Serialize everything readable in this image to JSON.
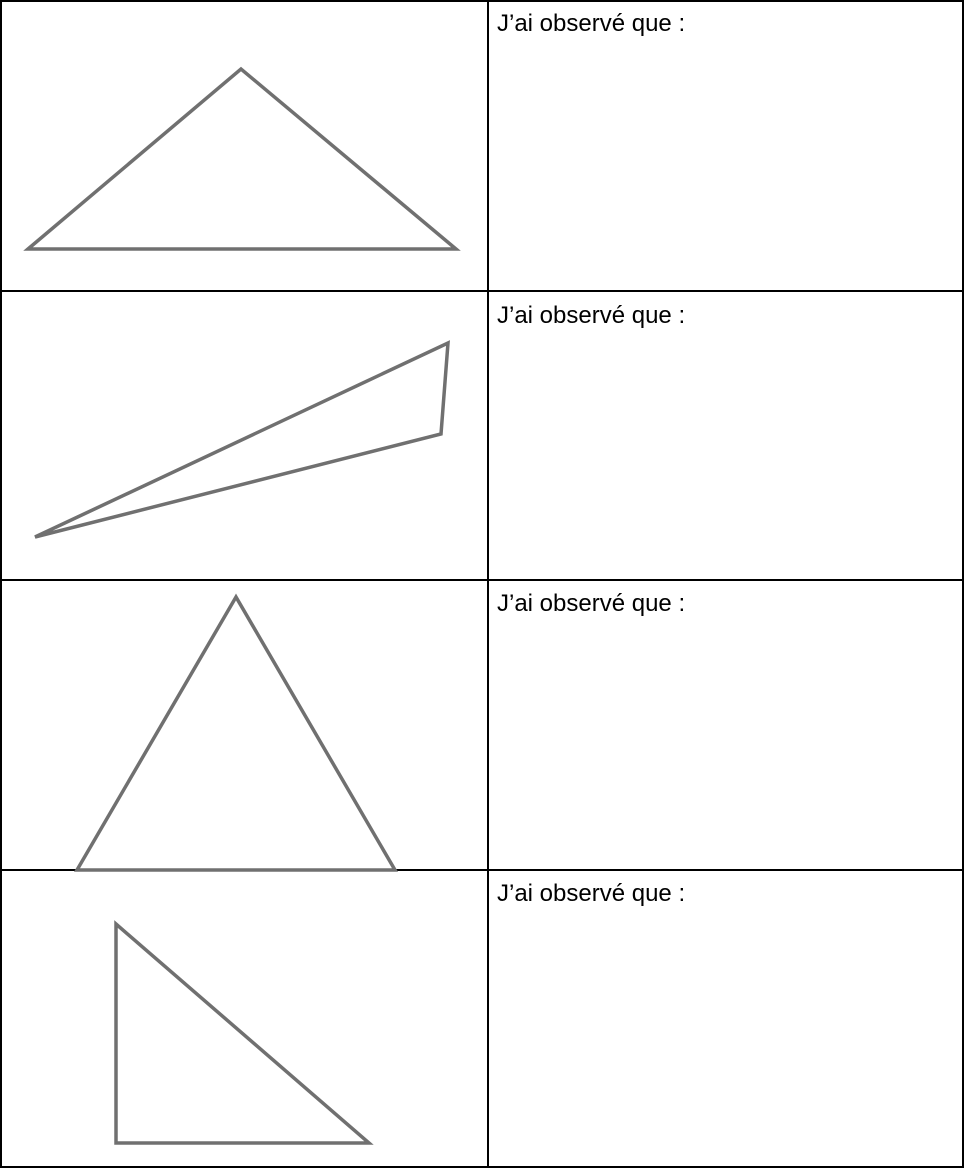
{
  "worksheet": {
    "rows": [
      {
        "observation_label": "J’ai observé que :",
        "shape_icon": "obtuse-triangle-icon"
      },
      {
        "observation_label": "J’ai observé que :",
        "shape_icon": "scalene-triangle-icon"
      },
      {
        "observation_label": "J’ai observé que :",
        "shape_icon": "isosceles-triangle-icon"
      },
      {
        "observation_label": "J’ai observé que :",
        "shape_icon": "right-triangle-icon"
      }
    ]
  },
  "colors": {
    "table_border": "#000000",
    "shape_stroke": "#707070"
  }
}
